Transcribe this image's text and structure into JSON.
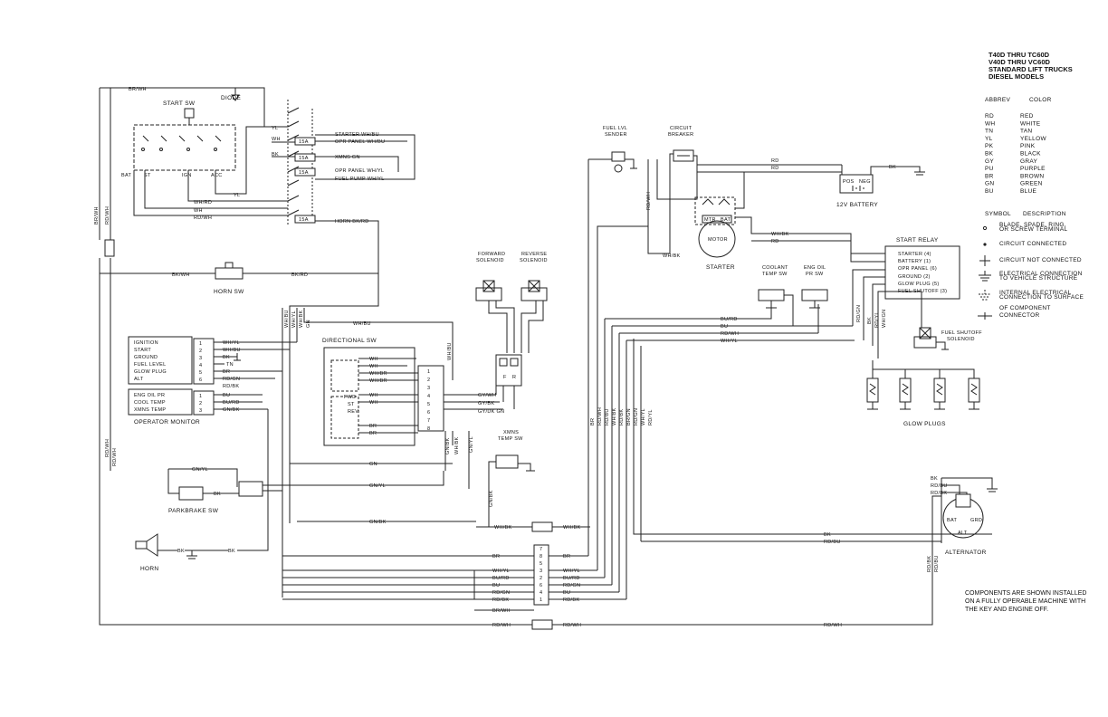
{
  "header": {
    "line1": "T40D THRU TC60D",
    "line2": "V40D THRU VC60D",
    "line3": "STANDARD LIFT TRUCKS",
    "line4": "DIESEL MODELS"
  },
  "abbrev_table": {
    "abbrev_header": "ABBREV",
    "color_header": "COLOR",
    "rows": [
      {
        "abbr": "RD",
        "name": "RED"
      },
      {
        "abbr": "WH",
        "name": "WHITE"
      },
      {
        "abbr": "TN",
        "name": "TAN"
      },
      {
        "abbr": "YL",
        "name": "YELLOW"
      },
      {
        "abbr": "PK",
        "name": "PINK"
      },
      {
        "abbr": "BK",
        "name": "BLACK"
      },
      {
        "abbr": "GY",
        "name": "GRAY"
      },
      {
        "abbr": "PU",
        "name": "PURPLE"
      },
      {
        "abbr": "BR",
        "name": "BROWN"
      },
      {
        "abbr": "GN",
        "name": "GREEN"
      },
      {
        "abbr": "BU",
        "name": "BLUE"
      }
    ]
  },
  "symbol_table": {
    "symbol_header": "SYMBOL",
    "description_header": "DESCRIPTION",
    "rows": [
      {
        "sym": "terminal",
        "l1": "BLADE, SPADE, RING,",
        "l2": "OR SCREW TERMINAL"
      },
      {
        "sym": "dot",
        "l1": "CIRCUIT CONNECTED",
        "l2": ""
      },
      {
        "sym": "cross",
        "l1": "CIRCUIT NOT CONNECTED",
        "l2": ""
      },
      {
        "sym": "chassis",
        "l1": "ELECTRICAL CONNECTION",
        "l2": "TO VEHICLE STRUCTURE"
      },
      {
        "sym": "internal",
        "l1": "INTERNAL ELECTRICAL",
        "l2": "CONNECTION TO SURFACE"
      },
      {
        "sym": "",
        "l1": "",
        "l2": "OF COMPONENT"
      },
      {
        "sym": "connector",
        "l1": "CONNECTOR",
        "l2": ""
      }
    ]
  },
  "components": {
    "start_sw": "START SW",
    "diode": "DIODE",
    "horn_sw": "HORN SW",
    "horn": "HORN",
    "parkbrake_sw": "PARKBRAKE SW",
    "operator_monitor": "OPERATOR MONITOR",
    "directional_sw": "DIRECTIONAL SW",
    "forward_solenoid": [
      "FORWARD",
      "SOLENOID"
    ],
    "reverse_solenoid": [
      "REVERSE",
      "SOLENOID"
    ],
    "xmns_temp_sw": [
      "XMNS",
      "TEMP SW"
    ],
    "fuel_lvl_sender": [
      "FUEL LVL",
      "SENDER"
    ],
    "circuit_breaker": [
      "CIRCUIT",
      "BREAKER"
    ],
    "battery": "12V BATTERY",
    "starter": "STARTER",
    "motor": "MOTOR",
    "coolant_temp_sw": [
      "COOLANT",
      "TEMP SW"
    ],
    "eng_oil_pr_sw": [
      "ENG OIL",
      "PR SW"
    ],
    "start_relay": "START RELAY",
    "fuel_shutoff_solenoid": [
      "FUEL SHUTOFF",
      "SOLENOID"
    ],
    "glow_plugs": "GLOW PLUGS",
    "alternator": "ALTERNATOR"
  },
  "terminals": {
    "start_sw": [
      "BAT",
      "ST",
      "IGN",
      "ACC"
    ],
    "battery": [
      "POS",
      "NEG"
    ],
    "starter": [
      "MTR",
      "BAT"
    ],
    "alternator": [
      "BAT",
      "GRD"
    ],
    "alt_short": "ALT",
    "directional": [
      "FWD",
      "ST",
      "REV"
    ],
    "solenoid_block": [
      "F",
      "R"
    ]
  },
  "start_relay_pins": [
    "STARTER (4)",
    "BATTERY (1)",
    "OPR PANEL (6)",
    "GROUND (2)",
    "GLOW PLUG (5)",
    "FUEL SHUTOFF (3)"
  ],
  "operator_monitor": {
    "pins": [
      "IGNITION",
      "START",
      "GROUND",
      "FUEL LEVEL",
      "GLOW PLUG",
      "ALT",
      "ENG OIL PR",
      "COOL TEMP",
      "XMNS TEMP"
    ],
    "top_numbers": [
      "1",
      "2",
      "3",
      "4",
      "5",
      "6"
    ],
    "bottom_numbers": [
      "1",
      "2",
      "3"
    ],
    "wires": [
      "WH/YL",
      "WH/BU",
      "BK",
      "TN",
      "BR",
      "RD/GN",
      "RD/BK",
      "BU",
      "BU/RD",
      "GN/BK"
    ]
  },
  "fuse_block": {
    "fuses": [
      "15A",
      "15A",
      "15A",
      "15A"
    ],
    "circuits": [
      "STARTER WH/BU",
      "OPR PANEL WH/BU",
      "XMNS GN",
      "OPR PANEL WH/YL",
      "FUEL PUMP WH/YL",
      "HORN BK/RD"
    ]
  },
  "directional_pins": [
    "1",
    "2",
    "3",
    "4",
    "5",
    "6",
    "7",
    "8"
  ],
  "main_connector": {
    "pins": [
      "7",
      "8",
      "5",
      "3",
      "2",
      "6",
      "4",
      "1"
    ]
  },
  "wire_labels": {
    "br_wh": "BR/WH",
    "bk_wh": "BK/WH",
    "bk_rd": "BK/RD",
    "wh_rd": "WH/RD",
    "wh": "WH",
    "rd_wh": "RD/WH",
    "yl": "YL",
    "bk": "BK",
    "wh_bu": "WH/BU",
    "wh_bk": "WH/BK",
    "gn": "GN",
    "gn_yl": "GN/YL",
    "gn_bk": "GN/BK",
    "br": "BR",
    "wh_yl": "WH/YL",
    "bu_rd": "BU/RD",
    "bu": "BU",
    "rd_gn": "RD/GN",
    "rd_bk": "RD/BK",
    "rd": "RD",
    "rd_bu": "RD/BU",
    "gy_wh": "GY/WH",
    "gy_bk": "GY/BK",
    "gy_dk_gn": "GY/DK GN",
    "wh_br": "WH/BR",
    "br_gn": "BR/GN",
    "rd_yl": "RD/YL",
    "wh_gn": "WH/GN",
    "rd_br": "RD/BR"
  },
  "note": "COMPONENTS ARE SHOWN INSTALLED ON A FULLY OPERABLE MACHINE WITH THE KEY AND ENGINE OFF."
}
